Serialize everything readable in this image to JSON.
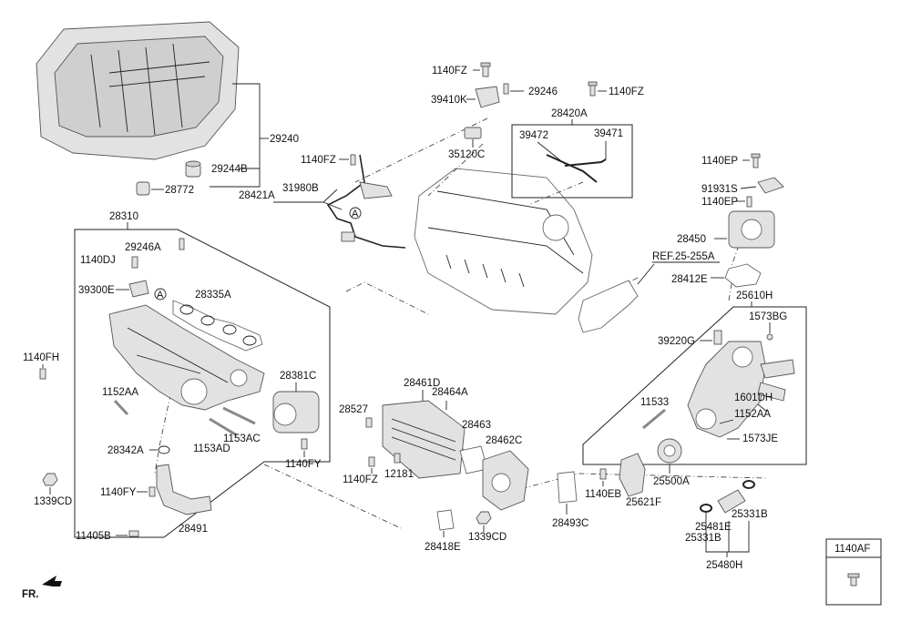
{
  "labels": {
    "p29240": "29240",
    "p29244B": "29244B",
    "p28772": "28772",
    "p1140FZ_a": "1140FZ",
    "p39410K": "39410K",
    "p29246": "29246",
    "p1140FZ_b": "1140FZ",
    "p28420A": "28420A",
    "p39472": "39472",
    "p39471": "39471",
    "p35120C": "35120C",
    "p1140FZ_c": "1140FZ",
    "p31980B": "31980B",
    "p28421A": "28421A",
    "p28310": "28310",
    "p29246A": "29246A",
    "p1140DJ": "1140DJ",
    "p28335A": "28335A",
    "p39300E": "39300E",
    "p1140FH": "1140FH",
    "p28381C": "28381C",
    "p1152AA_a": "1152AA",
    "p1153AC": "1153AC",
    "p1153AD": "1153AD",
    "p28342A": "28342A",
    "p1140FY_a": "1140FY",
    "p1140FY_b": "1140FY",
    "p1339CD_a": "1339CD",
    "p28491": "28491",
    "p11405B": "11405B",
    "p28461D": "28461D",
    "p28464A": "28464A",
    "p28527": "28527",
    "p28463": "28463",
    "p28462C": "28462C",
    "p1140FZ_d": "1140FZ",
    "p12181": "12181",
    "p28418E": "28418E",
    "p1339CD_b": "1339CD",
    "p28493C": "28493C",
    "p1140EP_a": "1140EP",
    "p91931S": "91931S",
    "p1140EP_b": "1140EP",
    "p28450": "28450",
    "pREF": "REF.25-255A",
    "p28412E": "28412E",
    "p25610H": "25610H",
    "p1573BG": "1573BG",
    "p39220G": "39220G",
    "p1601DH": "1601DH",
    "p11533": "11533",
    "p1152AA_b": "1152AA",
    "p1573JE": "1573JE",
    "p1140EB": "1140EB",
    "p25621F": "25621F",
    "p25500A": "25500A",
    "p25331B_a": "25331B",
    "p25481E": "25481E",
    "p25331B_b": "25331B",
    "p25480H": "25480H",
    "p1140AF": "1140AF",
    "markerA1": "A",
    "markerA2": "A",
    "fr": "FR."
  },
  "colors": {
    "part_fill": "#e2e2e2",
    "line": "#222222"
  }
}
